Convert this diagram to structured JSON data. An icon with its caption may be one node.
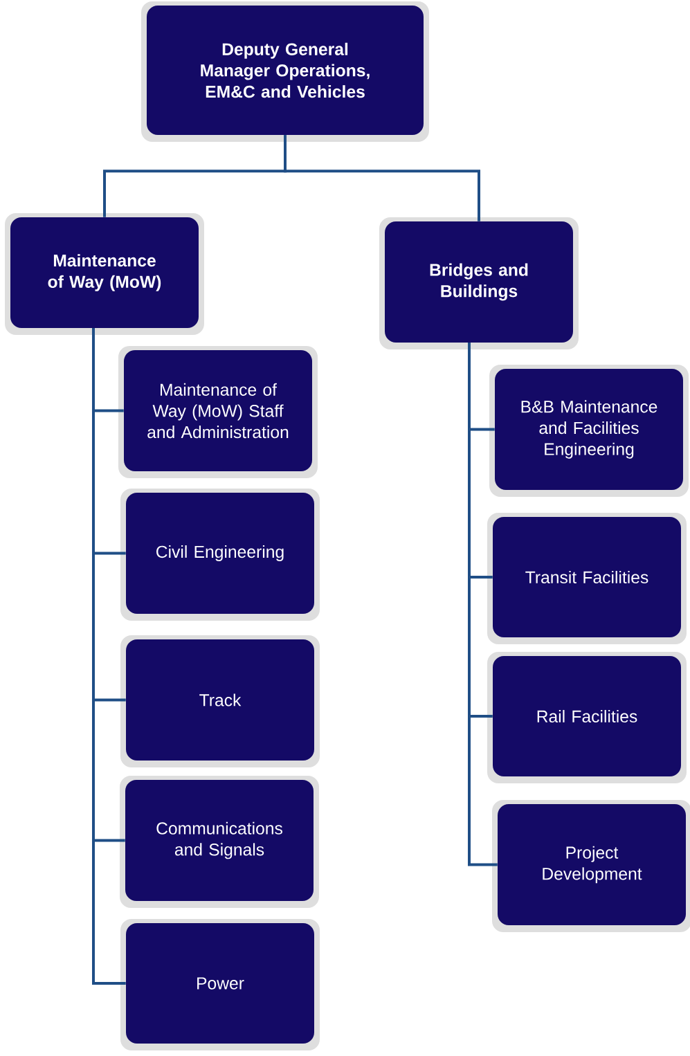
{
  "diagram": {
    "nodes": [
      {
        "text": [
          "Deputy General Manager Operations, EM&C and Vehicles"
        ]
      },
      {
        "text": [
          "Maintenance of Way (MoW)"
        ]
      },
      {
        "text": [
          "Bridges and Buildings"
        ]
      },
      {
        "text": [
          "Maintenance of Way (MoW) Staff and Administration"
        ]
      },
      {
        "text": [
          "Civil Engineering"
        ]
      },
      {
        "text": [
          "Track"
        ]
      },
      {
        "text": [
          "Communications and Signals"
        ]
      },
      {
        "text": [
          "Power"
        ]
      },
      {
        "text": [
          "B&B Maintenance and Facilities Engineering"
        ]
      },
      {
        "text": [
          "Transit Facilities"
        ]
      },
      {
        "text": [
          "Rail Facilities"
        ]
      },
      {
        "text": [
          "Project Development"
        ]
      }
    ],
    "edges": [
      {
        "from": 0,
        "to": 1,
        "arrow": "none"
      },
      {
        "from": 0,
        "to": 2,
        "arrow": "none"
      },
      {
        "from": 1,
        "to": 3,
        "arrow": "none"
      },
      {
        "from": 1,
        "to": 4,
        "arrow": "none"
      },
      {
        "from": 1,
        "to": 5,
        "arrow": "none"
      },
      {
        "from": 1,
        "to": 6,
        "arrow": "none"
      },
      {
        "from": 1,
        "to": 7,
        "arrow": "none"
      },
      {
        "from": 2,
        "to": 8,
        "arrow": "none"
      },
      {
        "from": 2,
        "to": 9,
        "arrow": "none"
      },
      {
        "from": 2,
        "to": 10,
        "arrow": "none"
      },
      {
        "from": 2,
        "to": 11,
        "arrow": "none"
      }
    ]
  }
}
